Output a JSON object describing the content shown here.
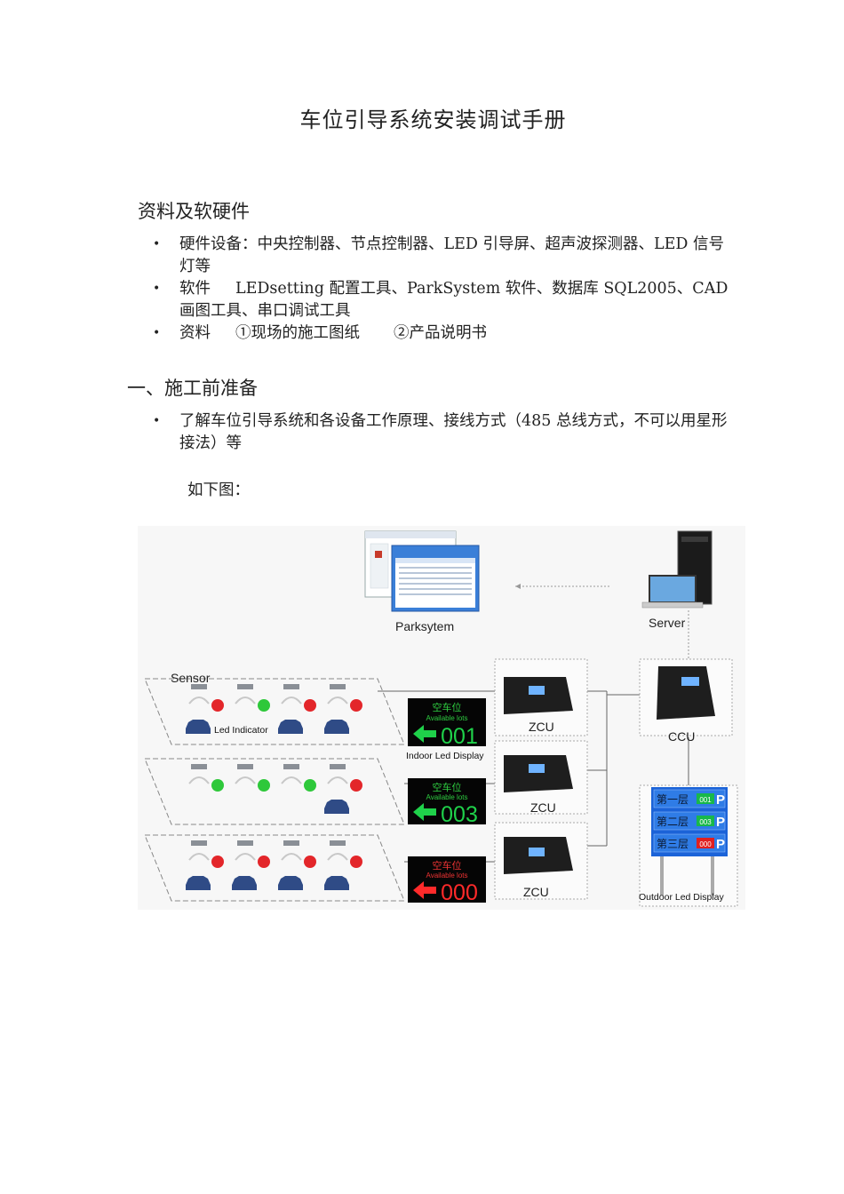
{
  "document": {
    "title": "车位引导系统安装调试手册",
    "section_materials": {
      "heading": "资料及软硬件",
      "items": [
        {
          "bullet": "•",
          "label": "硬件设备：中央控制器、节点控制器、LED 引导屏、超声波探测器、LED 信号灯等"
        },
        {
          "bullet": "•",
          "label": "软件",
          "text": "LEDsetting 配置工具、ParkSystem 软件、数据库 SQL2005、CAD 画图工具、串口调试工具"
        },
        {
          "bullet": "•",
          "label": "资料",
          "text": "①现场的施工图纸",
          "text2": "②产品说明书"
        }
      ]
    },
    "section_one": {
      "heading": "一、施工前准备",
      "items": [
        {
          "bullet": "•",
          "text": "了解车位引导系统和各设备工作原理、接线方式（485 总线方式，不可以用星形接法）等"
        }
      ],
      "note": "如下图："
    }
  },
  "diagram": {
    "labels": {
      "parksystem": "Parksytem",
      "server": "Server",
      "sensor": "Sensor",
      "led_indicator": "Led Indicator",
      "indoor_display": "Indoor Led Display",
      "zcu": "ZCU",
      "ccu": "CCU",
      "outdoor_display": "Outdoor Led Display"
    },
    "indoor_signs": [
      {
        "title": "空车位",
        "subtitle": "Available lots",
        "count": "001",
        "color": "#1fd14a"
      },
      {
        "title": "空车位",
        "subtitle": "Available lots",
        "count": "003",
        "color": "#1fd14a"
      },
      {
        "title": "空车位",
        "subtitle": "Available lots",
        "count": "000",
        "color": "#ff2a2a"
      }
    ],
    "outdoor_rows": [
      {
        "floor": "第一层",
        "count": "001",
        "count_color": "#18b84a",
        "p": "P"
      },
      {
        "floor": "第二层",
        "count": "003",
        "count_color": "#18b84a",
        "p": "P"
      },
      {
        "floor": "第三层",
        "count": "000",
        "count_color": "#e02020",
        "p": "P"
      }
    ],
    "rows": [
      {
        "indicators": [
          "red",
          "green",
          "red",
          "red"
        ],
        "cars": [
          true,
          false,
          true,
          true
        ]
      },
      {
        "indicators": [
          "green",
          "green",
          "green",
          "red"
        ],
        "cars": [
          false,
          false,
          false,
          true
        ]
      },
      {
        "indicators": [
          "red",
          "red",
          "red",
          "red"
        ],
        "cars": [
          true,
          true,
          true,
          true
        ]
      }
    ],
    "colors": {
      "red": "#e3262a",
      "green": "#2ec83a",
      "car": "#2f4b86",
      "display_blue": "#2a6fd6"
    }
  }
}
